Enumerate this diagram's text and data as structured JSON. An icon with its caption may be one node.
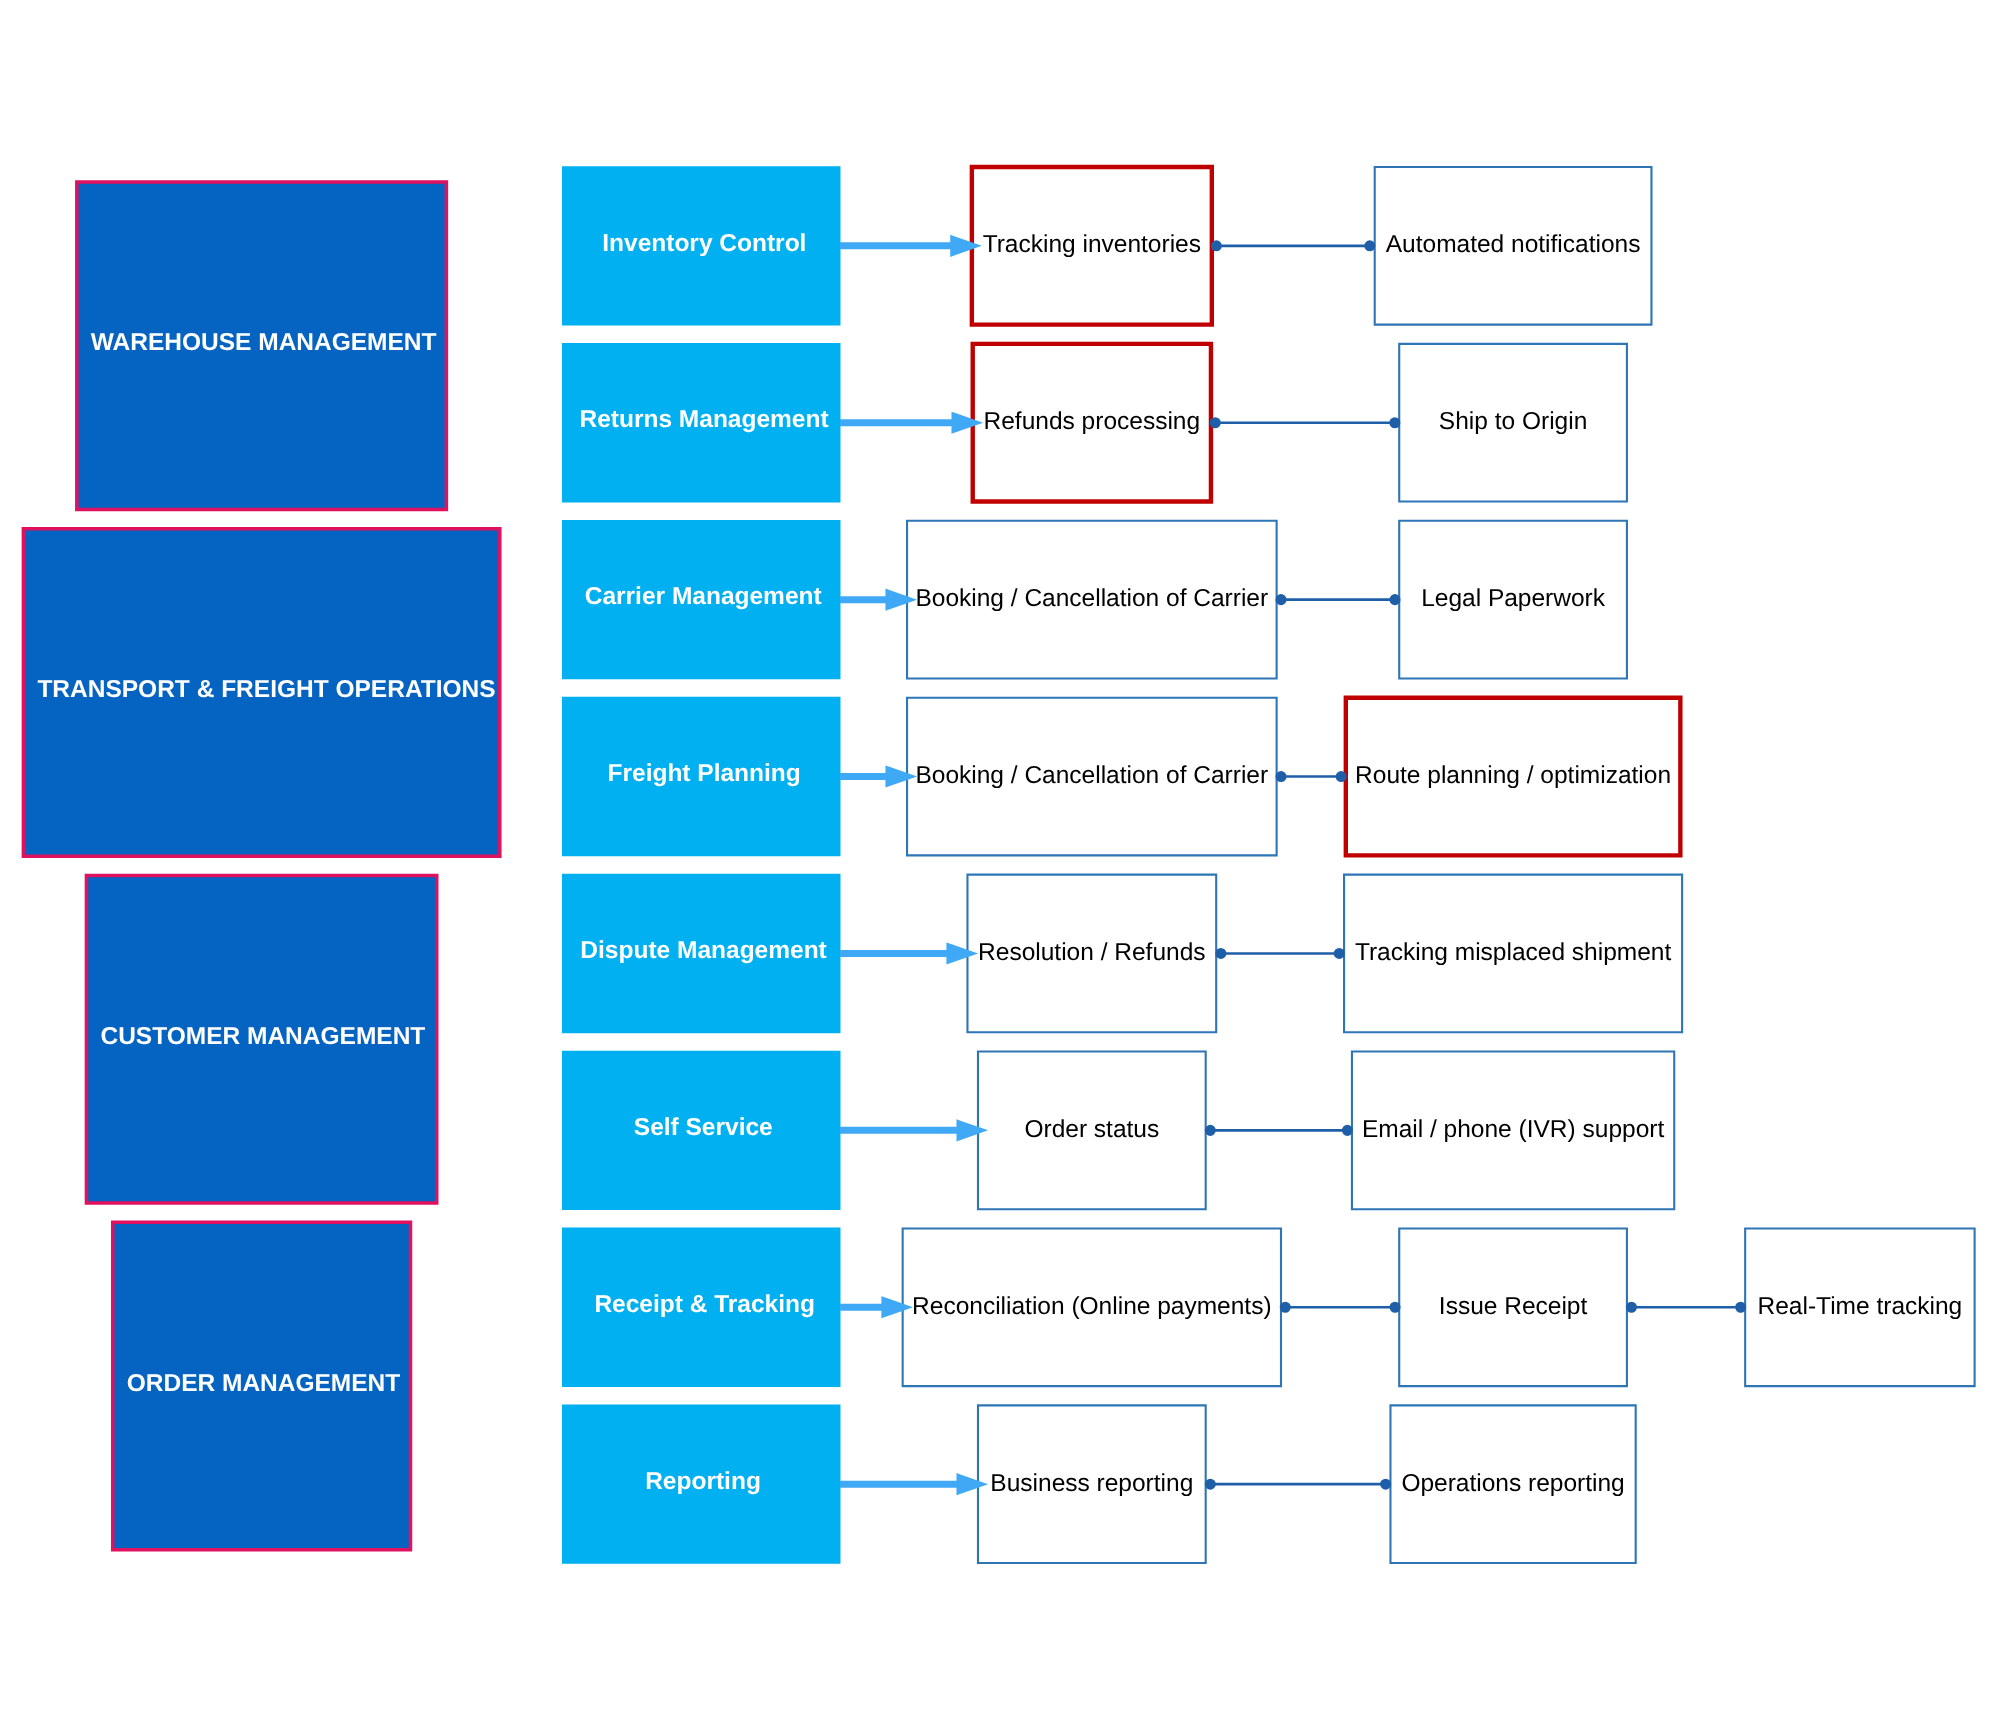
{
  "diagram": {
    "nodes": [
      {
        "text": [
          "WAREHOUSE MANAGEMENT"
        ]
      },
      {
        "text": [
          "Inventory Control"
        ]
      },
      {
        "text": [
          "Tracking inventories"
        ]
      },
      {
        "text": [
          "Automated notifications"
        ]
      },
      {
        "text": [
          "Returns Management"
        ]
      },
      {
        "text": [
          "Refunds processing"
        ]
      },
      {
        "text": [
          "Ship to Origin"
        ]
      },
      {
        "text": [
          "TRANSPORT & FREIGHT OPERATIONS"
        ]
      },
      {
        "text": [
          "Carrier Management"
        ]
      },
      {
        "text": [
          "Booking / Cancellation of Carrier"
        ]
      },
      {
        "text": [
          "Legal Paperwork"
        ]
      },
      {
        "text": [
          "Freight Planning"
        ]
      },
      {
        "text": [
          "Booking / Cancellation of Carrier"
        ]
      },
      {
        "text": [
          "Route planning / optimization"
        ]
      },
      {
        "text": [
          "CUSTOMER MANAGEMENT"
        ]
      },
      {
        "text": [
          "Dispute Management"
        ]
      },
      {
        "text": [
          "Resolution / Refunds"
        ]
      },
      {
        "text": [
          "Tracking misplaced shipment"
        ]
      },
      {
        "text": [
          "Self Service"
        ]
      },
      {
        "text": [
          "Order status"
        ]
      },
      {
        "text": [
          "Email / phone (IVR) support"
        ]
      },
      {
        "text": [
          "ORDER MANAGEMENT"
        ]
      },
      {
        "text": [
          "Receipt & Tracking"
        ]
      },
      {
        "text": [
          "Reconciliation (Online payments)"
        ]
      },
      {
        "text": [
          "Issue Receipt"
        ]
      },
      {
        "text": [
          "Real-Time tracking"
        ]
      },
      {
        "text": [
          "Reporting"
        ]
      },
      {
        "text": [
          "Business reporting"
        ]
      },
      {
        "text": [
          "Operations reporting"
        ]
      }
    ],
    "edges": [
      {
        "from": 1,
        "to": 2,
        "arrow": "to",
        "style": "thick",
        "color": "#3fa9f5"
      },
      {
        "from": 2,
        "to": 3,
        "arrow": "other"
      },
      {
        "from": 4,
        "to": 5,
        "arrow": "to",
        "style": "thick",
        "color": "#3fa9f5"
      },
      {
        "from": 5,
        "to": 6,
        "arrow": "other"
      },
      {
        "from": 8,
        "to": 9,
        "arrow": "to",
        "style": "thick",
        "color": "#3fa9f5"
      },
      {
        "from": 9,
        "to": 10,
        "arrow": "other"
      },
      {
        "from": 11,
        "to": 12,
        "arrow": "to",
        "style": "thick",
        "color": "#3fa9f5"
      },
      {
        "from": 12,
        "to": 13,
        "arrow": "other"
      },
      {
        "from": 15,
        "to": 16,
        "arrow": "to",
        "style": "thick",
        "color": "#3fa9f5"
      },
      {
        "from": 16,
        "to": 17,
        "arrow": "other"
      },
      {
        "from": 18,
        "to": 19,
        "arrow": "to",
        "style": "thick",
        "color": "#3fa9f5"
      },
      {
        "from": 19,
        "to": 20,
        "arrow": "other"
      },
      {
        "from": 22,
        "to": 23,
        "arrow": "to",
        "style": "thick",
        "color": "#3fa9f5"
      },
      {
        "from": 23,
        "to": 24,
        "arrow": "other"
      },
      {
        "from": 24,
        "to": 25,
        "arrow": "other"
      },
      {
        "from": 26,
        "to": 27,
        "arrow": "to",
        "style": "thick",
        "color": "#3fa9f5"
      },
      {
        "from": 27,
        "to": 28,
        "arrow": "other"
      }
    ]
  }
}
